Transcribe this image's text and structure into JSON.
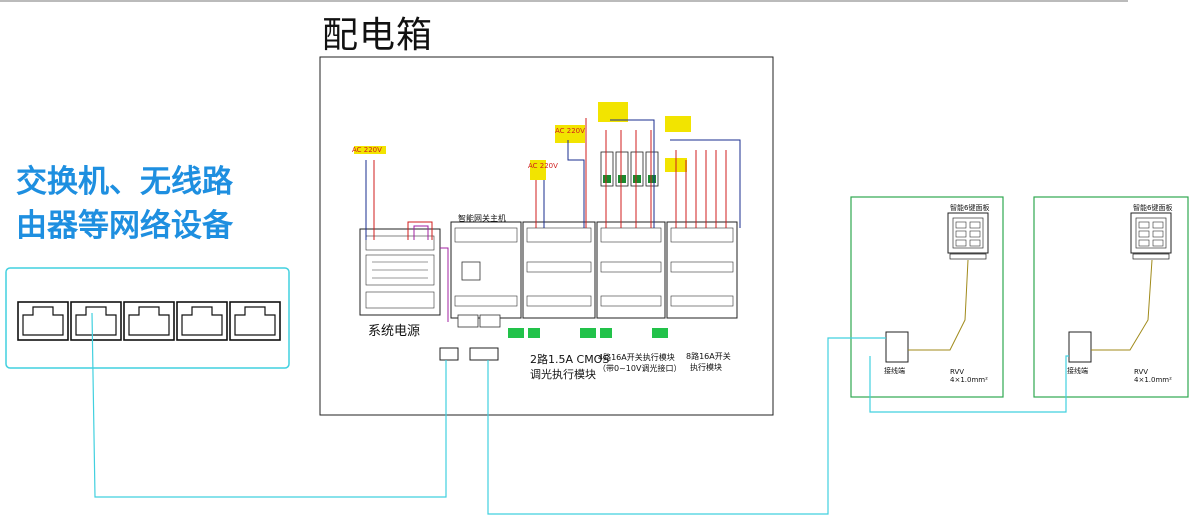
{
  "cabinet": {
    "title": "配电箱",
    "power_label": "系统电源",
    "gateway_label": "智能网关主机",
    "voltage_label": "AC 220V",
    "voltage_label_2": "AC 220V",
    "voltage_label_3": "AC 220V",
    "module_dimmer": "2路1.5A CMOS",
    "module_dimmer_2": "调光执行模块",
    "module_4way": "4路16A开关执行模块",
    "module_4way_2": "（带0~10V调光接口）",
    "module_8way": "8路16A开关",
    "module_8way_2": "执行模块"
  },
  "switch": {
    "line1": "交换机、无线路",
    "line2": "由器等网络设备",
    "port_count": 5
  },
  "panels": [
    {
      "title": "智能6键面板",
      "cable": "RVV",
      "cable_spec": "4×1.0mm²",
      "terminal": "接线端"
    },
    {
      "title": "智能6键面板",
      "cable": "RVV",
      "cable_spec": "4×1.0mm²",
      "terminal": "接线端"
    }
  ],
  "colors": {
    "accent_blue": "#1e8fe0",
    "cable_cyan": "#41d0df",
    "panel_green": "#2fa84f",
    "warning_yellow": "#f2e400",
    "wire_red": "#d01c1c",
    "wire_navy": "#1a2c8f",
    "module_green": "#22c24a"
  }
}
